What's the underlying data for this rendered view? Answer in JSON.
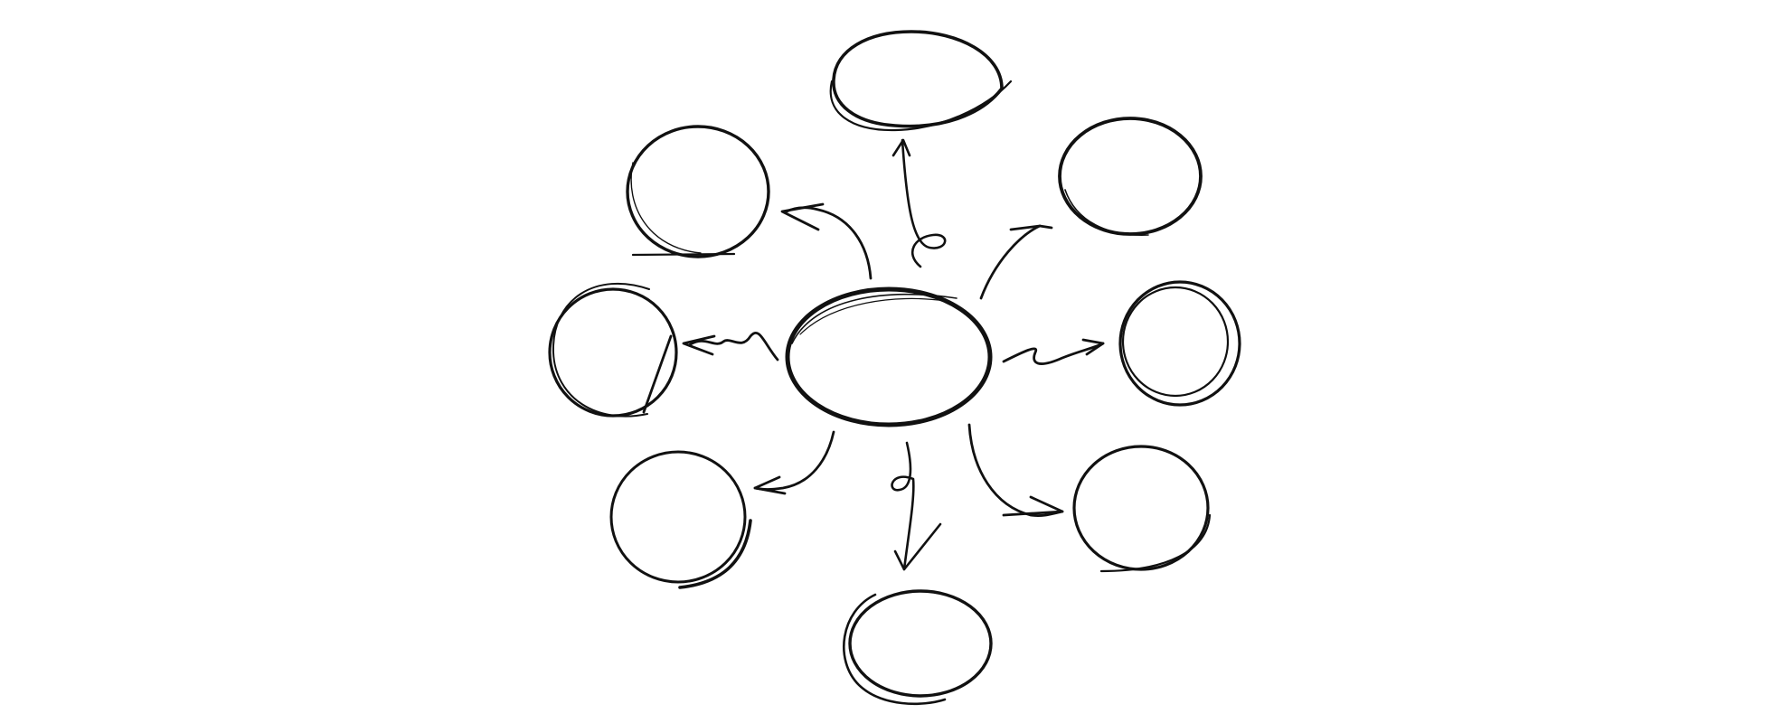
{
  "diagram": {
    "kind": "hand-drawn mind map",
    "ink_color": "#111111",
    "background_color": "#ffffff",
    "central_node": {
      "label": ""
    },
    "nodes": [
      {
        "id": "top",
        "label": ""
      },
      {
        "id": "top-right",
        "label": ""
      },
      {
        "id": "right",
        "label": ""
      },
      {
        "id": "bottom-right",
        "label": ""
      },
      {
        "id": "bottom",
        "label": ""
      },
      {
        "id": "bottom-left",
        "label": ""
      },
      {
        "id": "left",
        "label": ""
      },
      {
        "id": "top-left",
        "label": ""
      }
    ],
    "connectors": [
      {
        "from": "center",
        "to": "top",
        "style": "loop-curve arrow"
      },
      {
        "from": "center",
        "to": "top-right",
        "style": "curved arrow"
      },
      {
        "from": "center",
        "to": "right",
        "style": "wavy arrow"
      },
      {
        "from": "center",
        "to": "bottom-right",
        "style": "curved arrow"
      },
      {
        "from": "center",
        "to": "bottom",
        "style": "loop-curve arrow"
      },
      {
        "from": "center",
        "to": "bottom-left",
        "style": "curved arrow"
      },
      {
        "from": "center",
        "to": "left",
        "style": "zigzag arrow"
      },
      {
        "from": "center",
        "to": "top-left",
        "style": "curved arrow"
      }
    ]
  }
}
